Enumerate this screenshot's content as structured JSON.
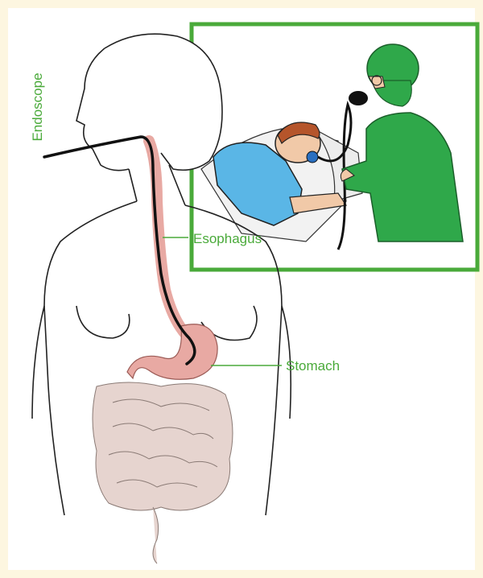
{
  "labels": {
    "endoscope": "Endoscope",
    "esophagus": "Esophagus",
    "stomach": "Stomach"
  },
  "colors": {
    "background": "#fdf6e0",
    "accent_green": "#4aaa3a",
    "scrubs_green": "#2fa84a",
    "gown_blue": "#5ab6e6",
    "stomach_pink": "#e8a9a3",
    "intestine": "#e6d4cf"
  },
  "icons": [
    "endoscope-illustration",
    "patient-illustration",
    "doctor-illustration",
    "digestive-tract-illustration"
  ]
}
